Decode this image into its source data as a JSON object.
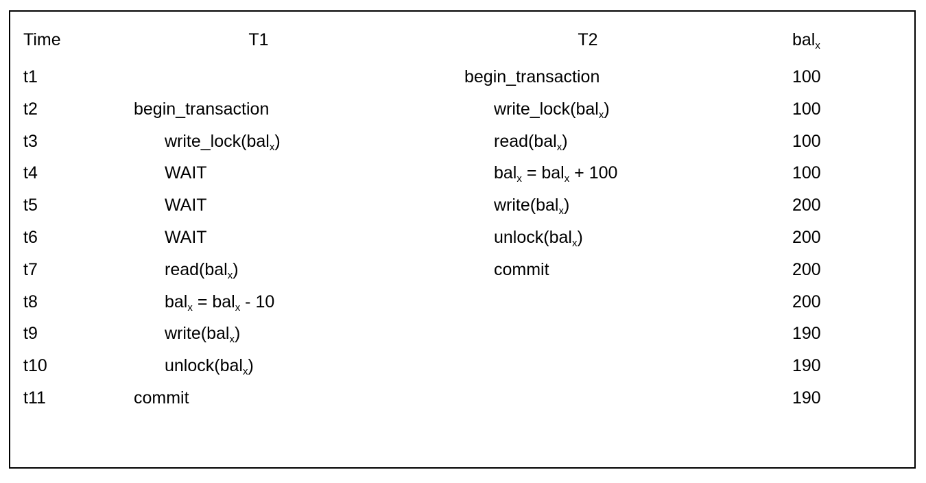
{
  "header": {
    "time": "Time",
    "t1": "T1",
    "t2": "T2",
    "bal": "bal",
    "bal_sub": "x"
  },
  "rows": [
    {
      "time": "t1",
      "t1": [],
      "t2": [
        {
          "t": "begin_transaction"
        }
      ],
      "bal": "100"
    },
    {
      "time": "t2",
      "t1": [
        {
          "t": "begin_transaction"
        }
      ],
      "t2": [
        {
          "t": "write_lock(bal"
        },
        {
          "s": "x"
        },
        {
          "t": ")"
        }
      ],
      "bal": "100"
    },
    {
      "time": "t3",
      "t1": [
        {
          "t": "write_lock(bal"
        },
        {
          "s": "x"
        },
        {
          "t": ")"
        }
      ],
      "t2": [
        {
          "t": "read(bal"
        },
        {
          "s": "x"
        },
        {
          "t": ")"
        }
      ],
      "bal": "100"
    },
    {
      "time": "t4",
      "t1": [
        {
          "t": "WAIT"
        }
      ],
      "t2": [
        {
          "t": "bal"
        },
        {
          "s": "x"
        },
        {
          "t": " = bal"
        },
        {
          "s": "x"
        },
        {
          "t": " + 100"
        }
      ],
      "bal": "100"
    },
    {
      "time": "t5",
      "t1": [
        {
          "t": "WAIT"
        }
      ],
      "t2": [
        {
          "t": "write(bal"
        },
        {
          "s": "x"
        },
        {
          "t": ")"
        }
      ],
      "bal": "200"
    },
    {
      "time": "t6",
      "t1": [
        {
          "t": "WAIT"
        }
      ],
      "t2": [
        {
          "t": "unlock(bal"
        },
        {
          "s": "x"
        },
        {
          "t": ")"
        }
      ],
      "bal": "200"
    },
    {
      "time": "t7",
      "t1": [
        {
          "t": "read(bal"
        },
        {
          "s": "x"
        },
        {
          "t": ")"
        }
      ],
      "t2": [
        {
          "t": "commit"
        }
      ],
      "bal": "200"
    },
    {
      "time": "t8",
      "t1": [
        {
          "t": "bal"
        },
        {
          "s": "x"
        },
        {
          "t": " = bal"
        },
        {
          "s": "x"
        },
        {
          "t": " - 10"
        }
      ],
      "t2": [],
      "bal": "200"
    },
    {
      "time": "t9",
      "t1": [
        {
          "t": "write(bal"
        },
        {
          "s": "x"
        },
        {
          "t": ")"
        }
      ],
      "t2": [],
      "bal": "190"
    },
    {
      "time": "t10",
      "t1": [
        {
          "t": "unlock(bal"
        },
        {
          "s": "x"
        },
        {
          "t": ")"
        }
      ],
      "t2": [],
      "bal": "190"
    },
    {
      "time": "t11",
      "t1": [
        {
          "t": "commit"
        }
      ],
      "t2": [],
      "bal": "190"
    }
  ]
}
